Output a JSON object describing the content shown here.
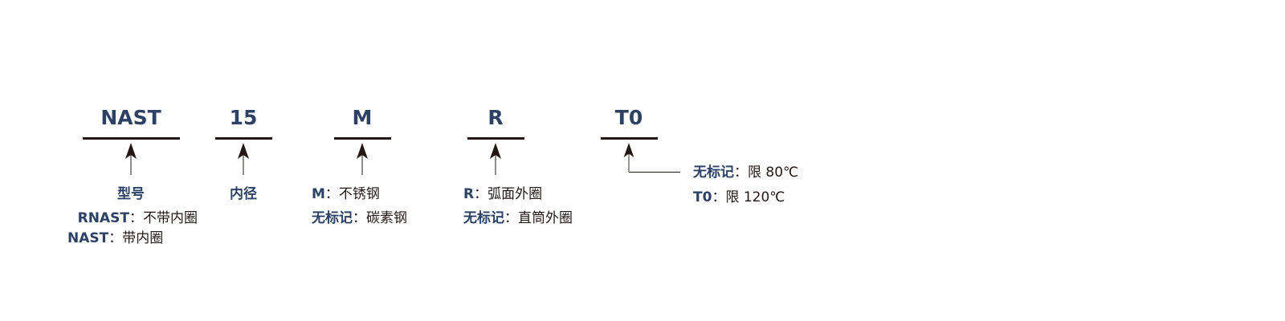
{
  "colors": {
    "label_blue": "#2c4164",
    "line_black": "#231815"
  },
  "segments": [
    {
      "code": "NAST",
      "title": "型号",
      "lines": [
        {
          "key": "RNAST",
          "sep": "：",
          "value": "不带内圈"
        },
        {
          "key": "NAST",
          "sep": "：",
          "value": "带内圈"
        }
      ]
    },
    {
      "code": "15",
      "title": "内径"
    },
    {
      "code": "M",
      "lines": [
        {
          "key": "M",
          "sep": "：",
          "value": "不锈钢"
        },
        {
          "key": "无标记",
          "sep": "：",
          "value": "碳素钢"
        }
      ]
    },
    {
      "code": "R",
      "lines": [
        {
          "key": "R",
          "sep": "：",
          "value": "弧面外圈"
        },
        {
          "key": "无标记",
          "sep": "：",
          "value": "直筒外圈"
        }
      ]
    },
    {
      "code": "T0",
      "lines": [
        {
          "key": "无标记",
          "sep": "：",
          "value": "限 80℃"
        },
        {
          "key": "T0",
          "sep": "：",
          "value": "限 120℃"
        }
      ]
    }
  ]
}
